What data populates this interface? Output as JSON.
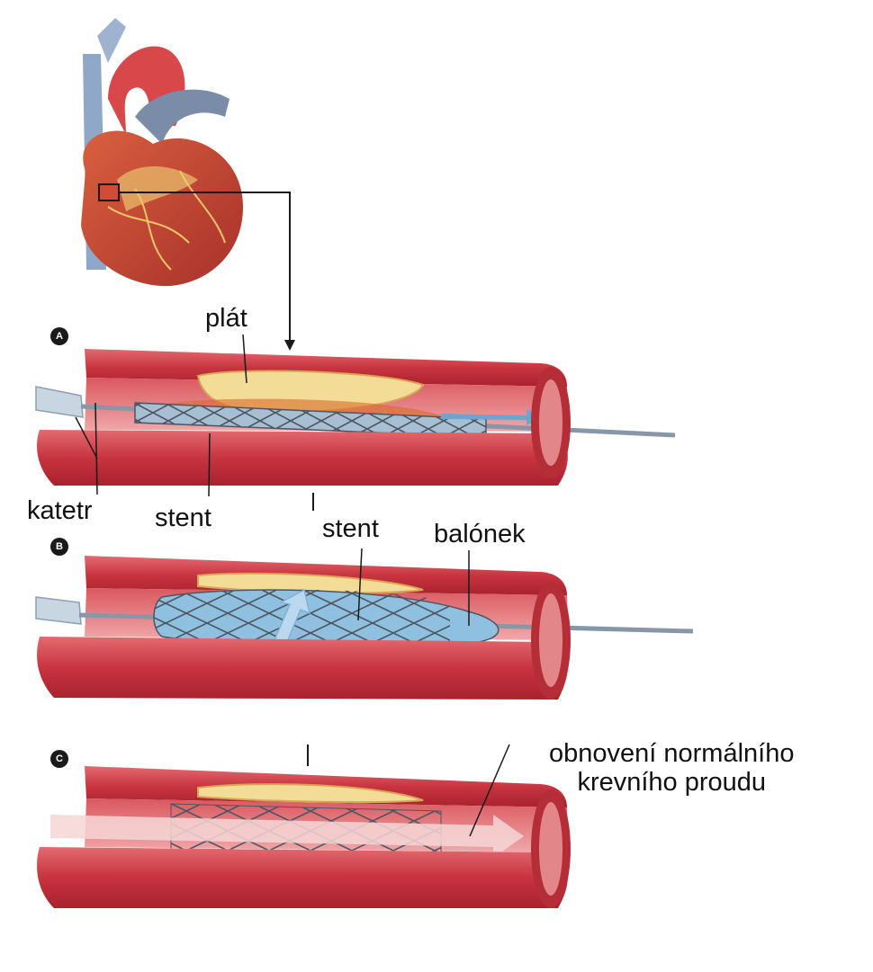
{
  "steps": [
    "A",
    "B",
    "C"
  ],
  "labels": {
    "plat": "plát",
    "katetr": "katetr",
    "stent_a": "stent",
    "stent_b": "stent",
    "balonek": "balónek",
    "restored_line1": "obnovení normálního",
    "restored_line2": "krevního proudu"
  },
  "colors": {
    "vessel_wall": "#c8343f",
    "vessel_inner": "#e7868a",
    "plaque": "#f3dc96",
    "stent_mesh": "#56606c",
    "balloon": "#8fc0df",
    "flow_arrow": "#7fb2d8",
    "catheter": "#9aa9b7",
    "heart": "#c84a3a"
  }
}
